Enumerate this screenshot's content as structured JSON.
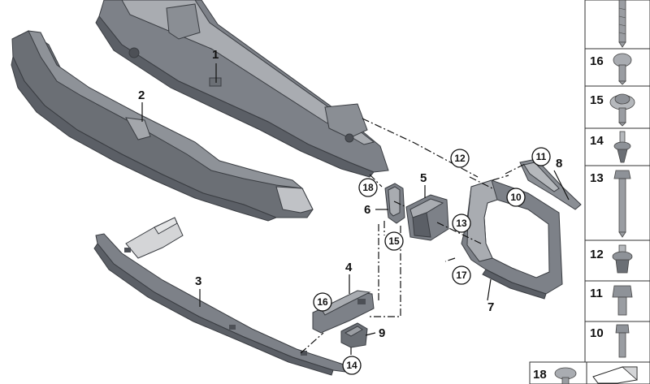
{
  "diagram": {
    "callouts": {
      "c1": "1",
      "c2": "2",
      "c3": "3",
      "c4": "4",
      "c5": "5",
      "c6": "6",
      "c7": "7",
      "c8": "8",
      "c9": "9",
      "c10": "10",
      "c11": "11",
      "c12": "12",
      "c13": "13",
      "c14": "14",
      "c15": "15",
      "c16": "16",
      "c17": "17",
      "c18": "18"
    }
  },
  "sidebar": {
    "items": [
      "16",
      "15",
      "14",
      "13",
      "12",
      "11",
      "10"
    ],
    "bottom_left": "18"
  },
  "colors": {
    "part_dark": "#5b5f66",
    "part_mid": "#7d8188",
    "part_light": "#a9acb1",
    "part_pale": "#d4d5d7",
    "ink": "#111111"
  }
}
